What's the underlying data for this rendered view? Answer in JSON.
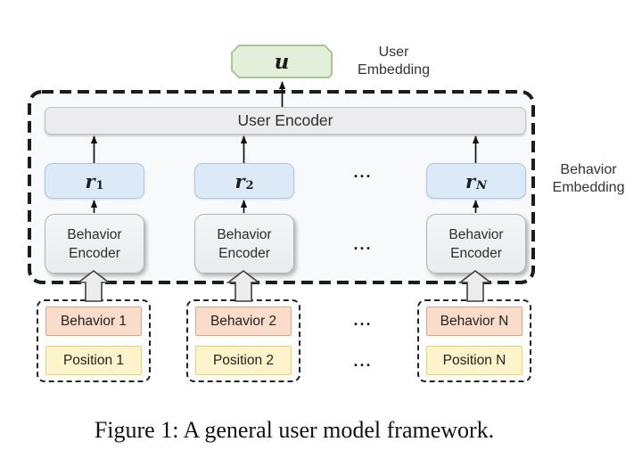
{
  "figure": {
    "caption": "Figure 1: A general user model framework.",
    "user_embedding": {
      "symbol": "u",
      "label_line1": "User",
      "label_line2": "Embedding"
    },
    "user_encoder": {
      "label": "User Encoder"
    },
    "behavior_embedding_label": {
      "line1": "Behavior",
      "line2": "Embedding"
    },
    "behavior_embeddings": [
      {
        "base": "r",
        "sub": "1"
      },
      {
        "base": "r",
        "sub": "2"
      },
      {
        "base": "r",
        "sub": "N"
      }
    ],
    "behavior_encoders": [
      {
        "line1": "Behavior",
        "line2": "Encoder"
      },
      {
        "line1": "Behavior",
        "line2": "Encoder"
      },
      {
        "line1": "Behavior",
        "line2": "Encoder"
      }
    ],
    "inputs": [
      {
        "behavior": "Behavior 1",
        "position": "Position 1"
      },
      {
        "behavior": "Behavior 2",
        "position": "Position 2"
      },
      {
        "behavior": "Behavior N",
        "position": "Position N"
      }
    ],
    "ellipsis": "...",
    "colors": {
      "user_embedding_fill": "#e4efda",
      "user_embedding_border": "#a6c897",
      "behavior_embedding_fill": "#dceaf8",
      "behavior_embedding_border": "#abc8e6",
      "encoder_fill": "#eff0f2",
      "encoder_border": "#b3b3b3",
      "behavior_input_fill": "#fadcca",
      "behavior_input_border": "#e3a37e",
      "position_input_fill": "#fdf4cc",
      "position_input_border": "#eed06b",
      "frame_fill": "#f7f9fb",
      "dash_color": "#1c1c1c",
      "arrow_color": "#111111"
    }
  }
}
